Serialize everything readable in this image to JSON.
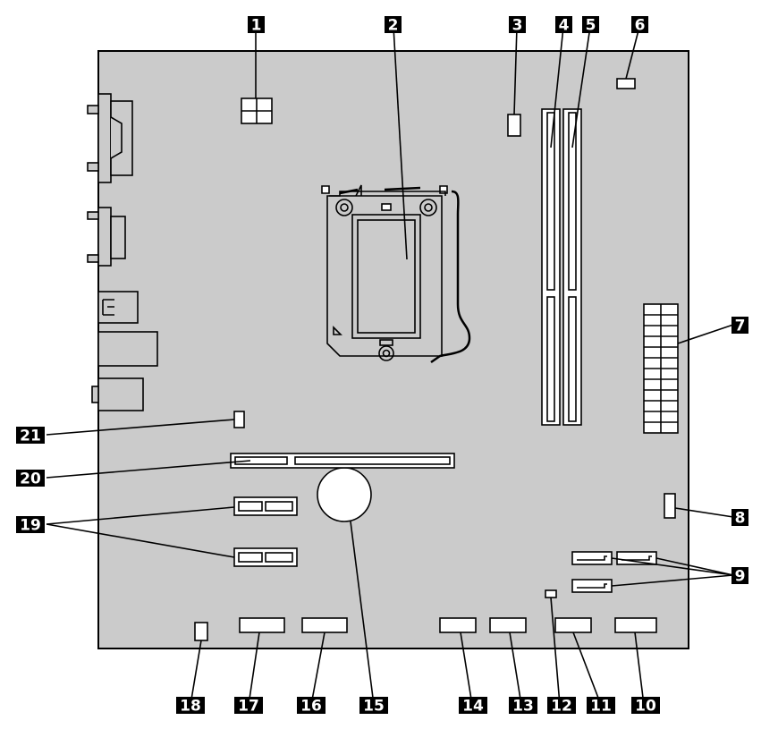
{
  "colors": {
    "board_fill": "#cbcbcb",
    "outline": "#000000",
    "component_fill": "#ffffff",
    "callout_box": "#000000",
    "callout_text": "#ffffff"
  },
  "callouts": [
    {
      "id": "1",
      "label": "1"
    },
    {
      "id": "2",
      "label": "2"
    },
    {
      "id": "3",
      "label": "3"
    },
    {
      "id": "4",
      "label": "4"
    },
    {
      "id": "5",
      "label": "5"
    },
    {
      "id": "6",
      "label": "6"
    },
    {
      "id": "7",
      "label": "7"
    },
    {
      "id": "8",
      "label": "8"
    },
    {
      "id": "9",
      "label": "9"
    },
    {
      "id": "10",
      "label": "10"
    },
    {
      "id": "11",
      "label": "11"
    },
    {
      "id": "12",
      "label": "12"
    },
    {
      "id": "13",
      "label": "13"
    },
    {
      "id": "14",
      "label": "14"
    },
    {
      "id": "15",
      "label": "15"
    },
    {
      "id": "16",
      "label": "16"
    },
    {
      "id": "17",
      "label": "17"
    },
    {
      "id": "18",
      "label": "18"
    },
    {
      "id": "19",
      "label": "19"
    },
    {
      "id": "20",
      "label": "20"
    },
    {
      "id": "21",
      "label": "21"
    }
  ]
}
